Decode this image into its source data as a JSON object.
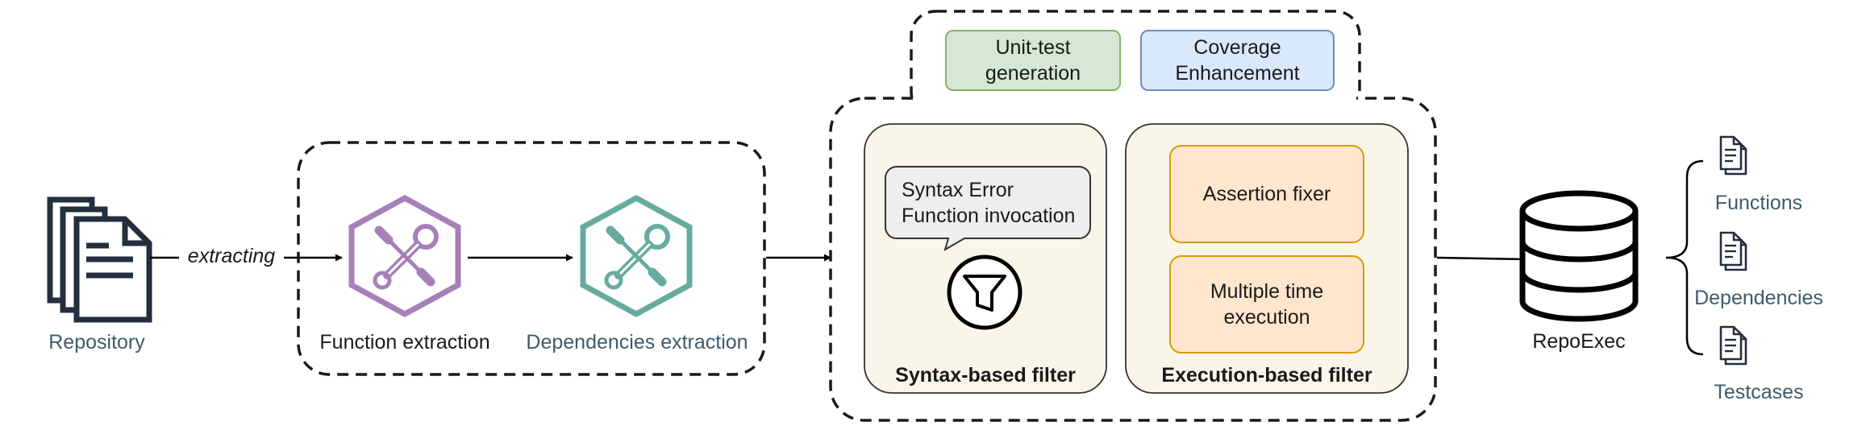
{
  "source": {
    "label": "Repository",
    "edge_label": "extracting"
  },
  "extraction_stage": {
    "function_label": "Function extraction",
    "dependencies_label": "Dependencies extraction"
  },
  "generation_tabs": [
    {
      "lines": [
        "Unit-test",
        "generation"
      ]
    },
    {
      "lines": [
        "Coverage",
        "Enhancement"
      ]
    }
  ],
  "syntax_filter": {
    "title": "Syntax-based filter",
    "bubble_lines": [
      "Syntax Error",
      "Function invocation"
    ]
  },
  "execution_filter": {
    "title": "Execution-based filter",
    "steps": [
      {
        "lines": [
          "Assertion fixer"
        ]
      },
      {
        "lines": [
          "Multiple time",
          "execution"
        ]
      }
    ]
  },
  "output": {
    "label": "RepoExec",
    "items": [
      "Functions",
      "Dependencies",
      "Testcases"
    ]
  },
  "colors": {
    "purple_icon": "#a680b8",
    "teal_icon": "#67ab9f",
    "dark_ink": "#232f3e",
    "panel_fill": "#f9f6e9",
    "green_fill": "#d5e8d4",
    "green_stroke": "#82b366",
    "blue_fill": "#dae8fc",
    "blue_stroke": "#6c8ebf",
    "orange_fill": "#ffe6cc",
    "orange_stroke": "#d79b00",
    "bubble_fill": "#eeeeee",
    "muted_text": "#3f5a6e"
  }
}
